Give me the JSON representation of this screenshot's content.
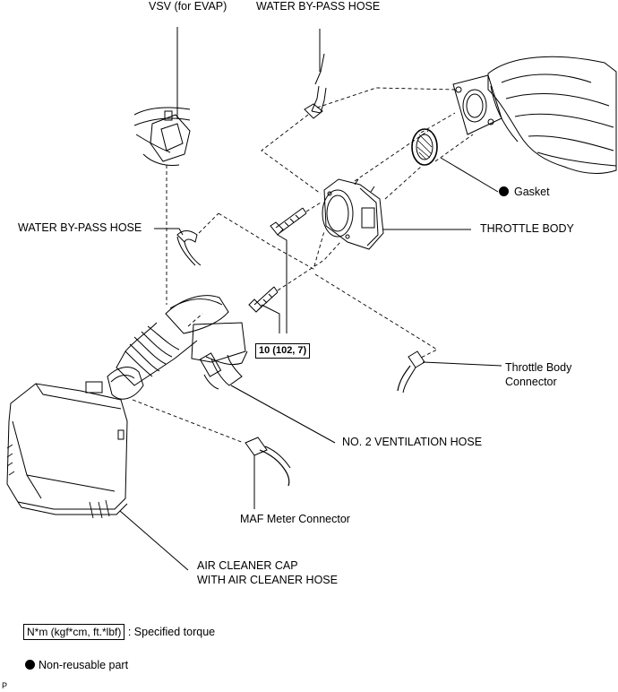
{
  "labels": {
    "vsv": "VSV (for EVAP)",
    "water_bypass_hose_top": "WATER BY-PASS HOSE",
    "gasket": "Gasket",
    "water_bypass_hose_left": "WATER BY-PASS HOSE",
    "throttle_body": "THROTTLE BODY",
    "torque_value": "10 (102, 7)",
    "throttle_body_connector_line1": "Throttle Body",
    "throttle_body_connector_line2": "Connector",
    "no2_ventilation_hose": "NO. 2 VENTILATION HOSE",
    "maf_meter_connector": "MAF Meter Connector",
    "air_cleaner_cap_line1": "AIR CLEANER CAP",
    "air_cleaner_cap_line2": "WITH AIR CLEANER HOSE"
  },
  "legend": {
    "torque_unit": "N*m (kgf*cm, ft.*lbf)",
    "torque_desc": ": Specified torque",
    "non_reusable": "Non-reusable part"
  },
  "corner_mark": "P"
}
